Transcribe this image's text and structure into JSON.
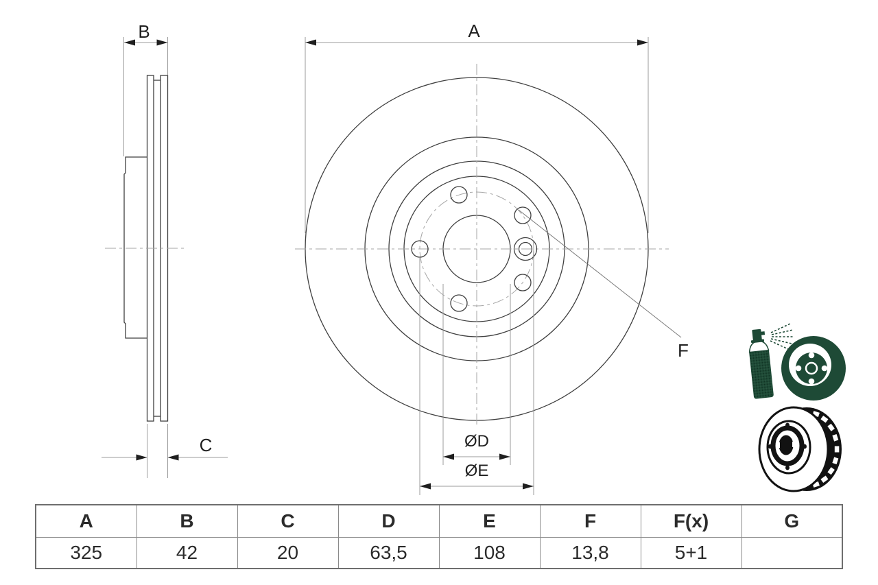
{
  "labels": {
    "a": "A",
    "b": "B",
    "c": "C",
    "bore": "ØD",
    "bolt_circle": "ØE",
    "hole": "F"
  },
  "table": {
    "headers": [
      "A",
      "B",
      "C",
      "D",
      "E",
      "F",
      "F(x)",
      "G"
    ],
    "values": [
      "325",
      "42",
      "20",
      "63,5",
      "108",
      "13,8",
      "5+1",
      ""
    ]
  },
  "icons": {
    "coating_spray": "spray-coating-icon",
    "vented_disc": "vented-disc-3d-icon"
  },
  "colors": {
    "line": "#3f3f3f",
    "dimension_line": "#9b9b9b",
    "centerline": "#a6a6a6",
    "arrow": "#1f1f1f",
    "icon_green": "#1e4a36",
    "icon_black": "#121212",
    "table_border": "#8a8a8a",
    "background": "#ffffff"
  }
}
